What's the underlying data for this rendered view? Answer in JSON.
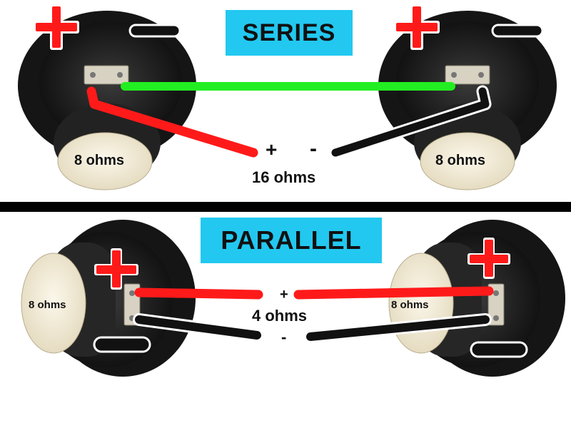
{
  "series": {
    "title": "SERIES",
    "speaker_left_label": "8 ohms",
    "speaker_right_label": "8 ohms",
    "plus_terminal": "+",
    "minus_terminal": "-",
    "total_label": "16 ohms"
  },
  "parallel": {
    "title": "PARALLEL",
    "speaker_left_label": "8 ohms",
    "speaker_right_label": "8 ohms",
    "plus_terminal": "+",
    "minus_terminal": "-",
    "total_label": "4 ohms"
  },
  "colors": {
    "title_bg": "#22c8f0",
    "positive_wire": "#ff1a1a",
    "negative_wire": "#111111",
    "jumper_wire": "#22ee22",
    "divider": "#000000",
    "symbol_plus": "#ff1a1a",
    "symbol_minus": "#111111",
    "speaker_body": "#1c1c1c",
    "dust_cap": "#f3ecd6"
  },
  "icons": {
    "positive": "plus-sign-icon",
    "negative": "minus-sign-icon",
    "speaker": "speaker-icon"
  }
}
